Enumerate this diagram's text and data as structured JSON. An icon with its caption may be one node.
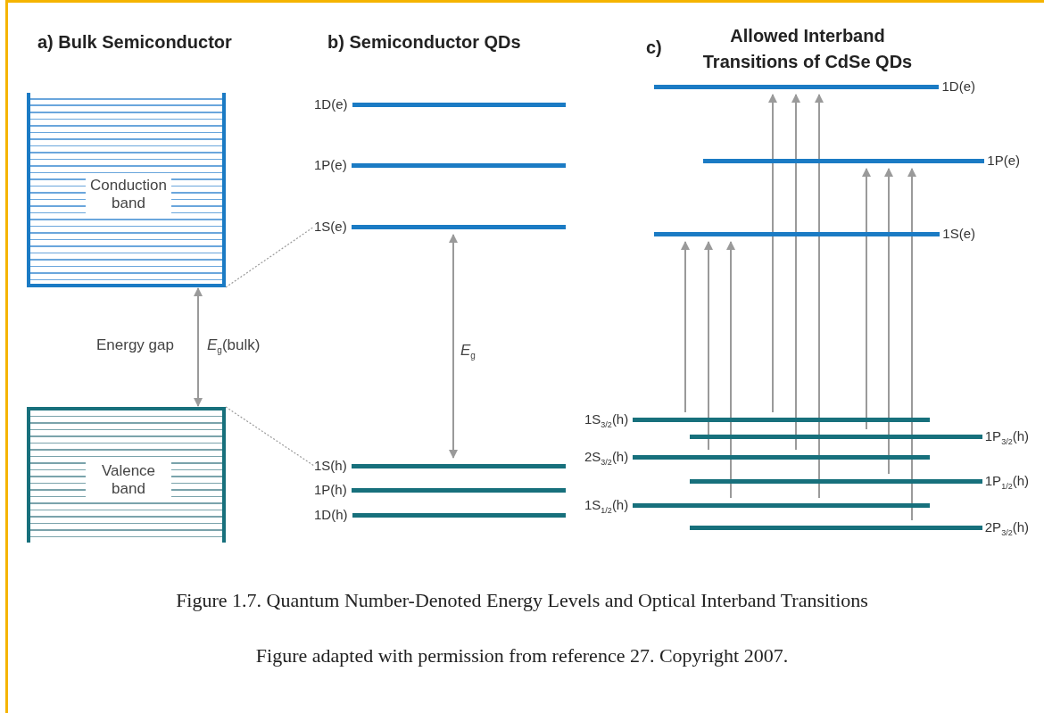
{
  "diagram": {
    "caption": "Figure 1.7. Quantum Number-Denoted Energy Levels and Optical Interband Transitions",
    "nodes": [
      {
        "text": [
          "Conduction band"
        ]
      },
      {
        "text": [
          "Valence band"
        ]
      },
      {
        "text": [
          "1D(e)"
        ]
      },
      {
        "text": [
          "1P(e)"
        ]
      },
      {
        "text": [
          "1S(e)"
        ]
      },
      {
        "text": [
          "1S(h)"
        ]
      },
      {
        "text": [
          "1P(h)"
        ]
      },
      {
        "text": [
          "1D(h)"
        ]
      },
      {
        "text": [
          "1D(e)"
        ]
      },
      {
        "text": [
          "1P(e)"
        ]
      },
      {
        "text": [
          "1S(e)"
        ]
      },
      {
        "text": [
          "1S$_{3/2}$(h)"
        ]
      },
      {
        "text": [
          "1P$_{3/2}$(h)"
        ]
      },
      {
        "text": [
          "2S$_{3/2}$(h)"
        ]
      },
      {
        "text": [
          "1P$_{1/2}$(h)"
        ]
      },
      {
        "text": [
          "1S$_{1/2}$(h)"
        ]
      },
      {
        "text": [
          "2P$_{3/2}$(h)"
        ]
      }
    ],
    "edges": [
      {
        "from": 0,
        "to": 4,
        "arrow": "none",
        "style": "dashed"
      },
      {
        "from": 1,
        "to": 5,
        "arrow": "none",
        "style": "dashed"
      },
      {
        "from": 0,
        "to": 1,
        "arrow": "both",
        "label": "*E*$_{g}$(bulk)"
      },
      {
        "from": 4,
        "to": 5,
        "arrow": "both",
        "label": "*E*$_{g}$"
      },
      {
        "from": 11,
        "to": 10,
        "arrow": "to"
      },
      {
        "from": 13,
        "to": 10,
        "arrow": "to"
      },
      {
        "from": 15,
        "to": 10,
        "arrow": "to"
      },
      {
        "from": 11,
        "to": 8,
        "arrow": "to"
      },
      {
        "from": 13,
        "to": 8,
        "arrow": "to"
      },
      {
        "from": 15,
        "to": 8,
        "arrow": "to"
      },
      {
        "from": 12,
        "to": 9,
        "arrow": "to"
      },
      {
        "from": 14,
        "to": 9,
        "arrow": "to"
      },
      {
        "from": 16,
        "to": 9,
        "arrow": "to"
      }
    ],
    "labels": [
      "a) Bulk Semiconductor",
      "b) Semiconductor QDs",
      "c)",
      "Allowed Interband Transitions of CdSe QDs",
      "Energy gap",
      "Figure adapted with permission from reference 27. Copyright 2007."
    ]
  }
}
